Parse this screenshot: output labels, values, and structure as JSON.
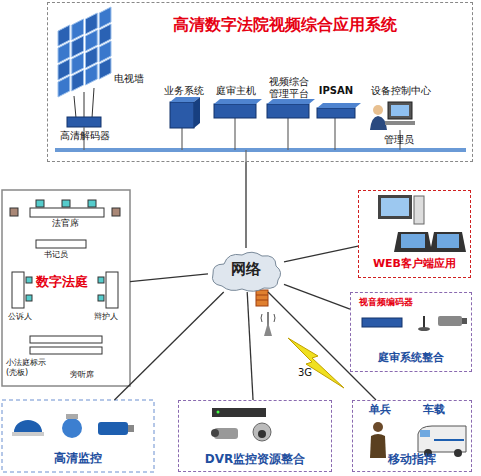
{
  "diagram": {
    "nodes": [
      {
        "text": [
          "高清数字法院视频综合应用系统"
        ]
      },
      {
        "text": [
          "电视墙"
        ],
        "in": 0
      },
      {
        "text": [
          "高清解码器"
        ],
        "in": 0
      },
      {
        "text": [
          "业务系统"
        ],
        "in": 0
      },
      {
        "text": [
          "庭审主机"
        ],
        "in": 0
      },
      {
        "text": [
          "视频综合管理平台"
        ],
        "in": 0
      },
      {
        "text": [
          "IPSAN"
        ],
        "in": 0
      },
      {
        "text": [
          "设备控制中心"
        ],
        "in": 0
      },
      {
        "text": [
          "网络"
        ]
      },
      {
        "text": [
          "数字法庭"
        ]
      },
      {
        "text": [
          "WEB客户端应用"
        ]
      },
      {
        "text": [
          "庭审系统整合"
        ]
      },
      {
        "text": [
          "视音频编码器"
        ],
        "in": 11
      },
      {
        "text": [
          "高清监控"
        ]
      },
      {
        "text": [
          "DVR监控资源整合"
        ]
      },
      {
        "text": [
          "移动指挥"
        ]
      },
      {
        "text": [
          "单兵"
        ],
        "in": 15
      },
      {
        "text": [
          "车载"
        ],
        "in": 15
      }
    ],
    "edges": [
      {
        "from": 8,
        "to": 0,
        "arrow": "none"
      },
      {
        "from": 8,
        "to": 9,
        "arrow": "none"
      },
      {
        "from": 8,
        "to": 10,
        "arrow": "none"
      },
      {
        "from": 8,
        "to": 11,
        "arrow": "none"
      },
      {
        "from": 8,
        "to": 13,
        "arrow": "none"
      },
      {
        "from": 8,
        "to": 14,
        "arrow": "none"
      },
      {
        "from": 8,
        "to": 15,
        "arrow": "none"
      }
    ],
    "labels": [
      "管理员",
      "法官席",
      "书记员",
      "公诉人",
      "辩护人",
      "旁听席",
      "小法庭标示 (壳板)",
      "3G"
    ]
  }
}
